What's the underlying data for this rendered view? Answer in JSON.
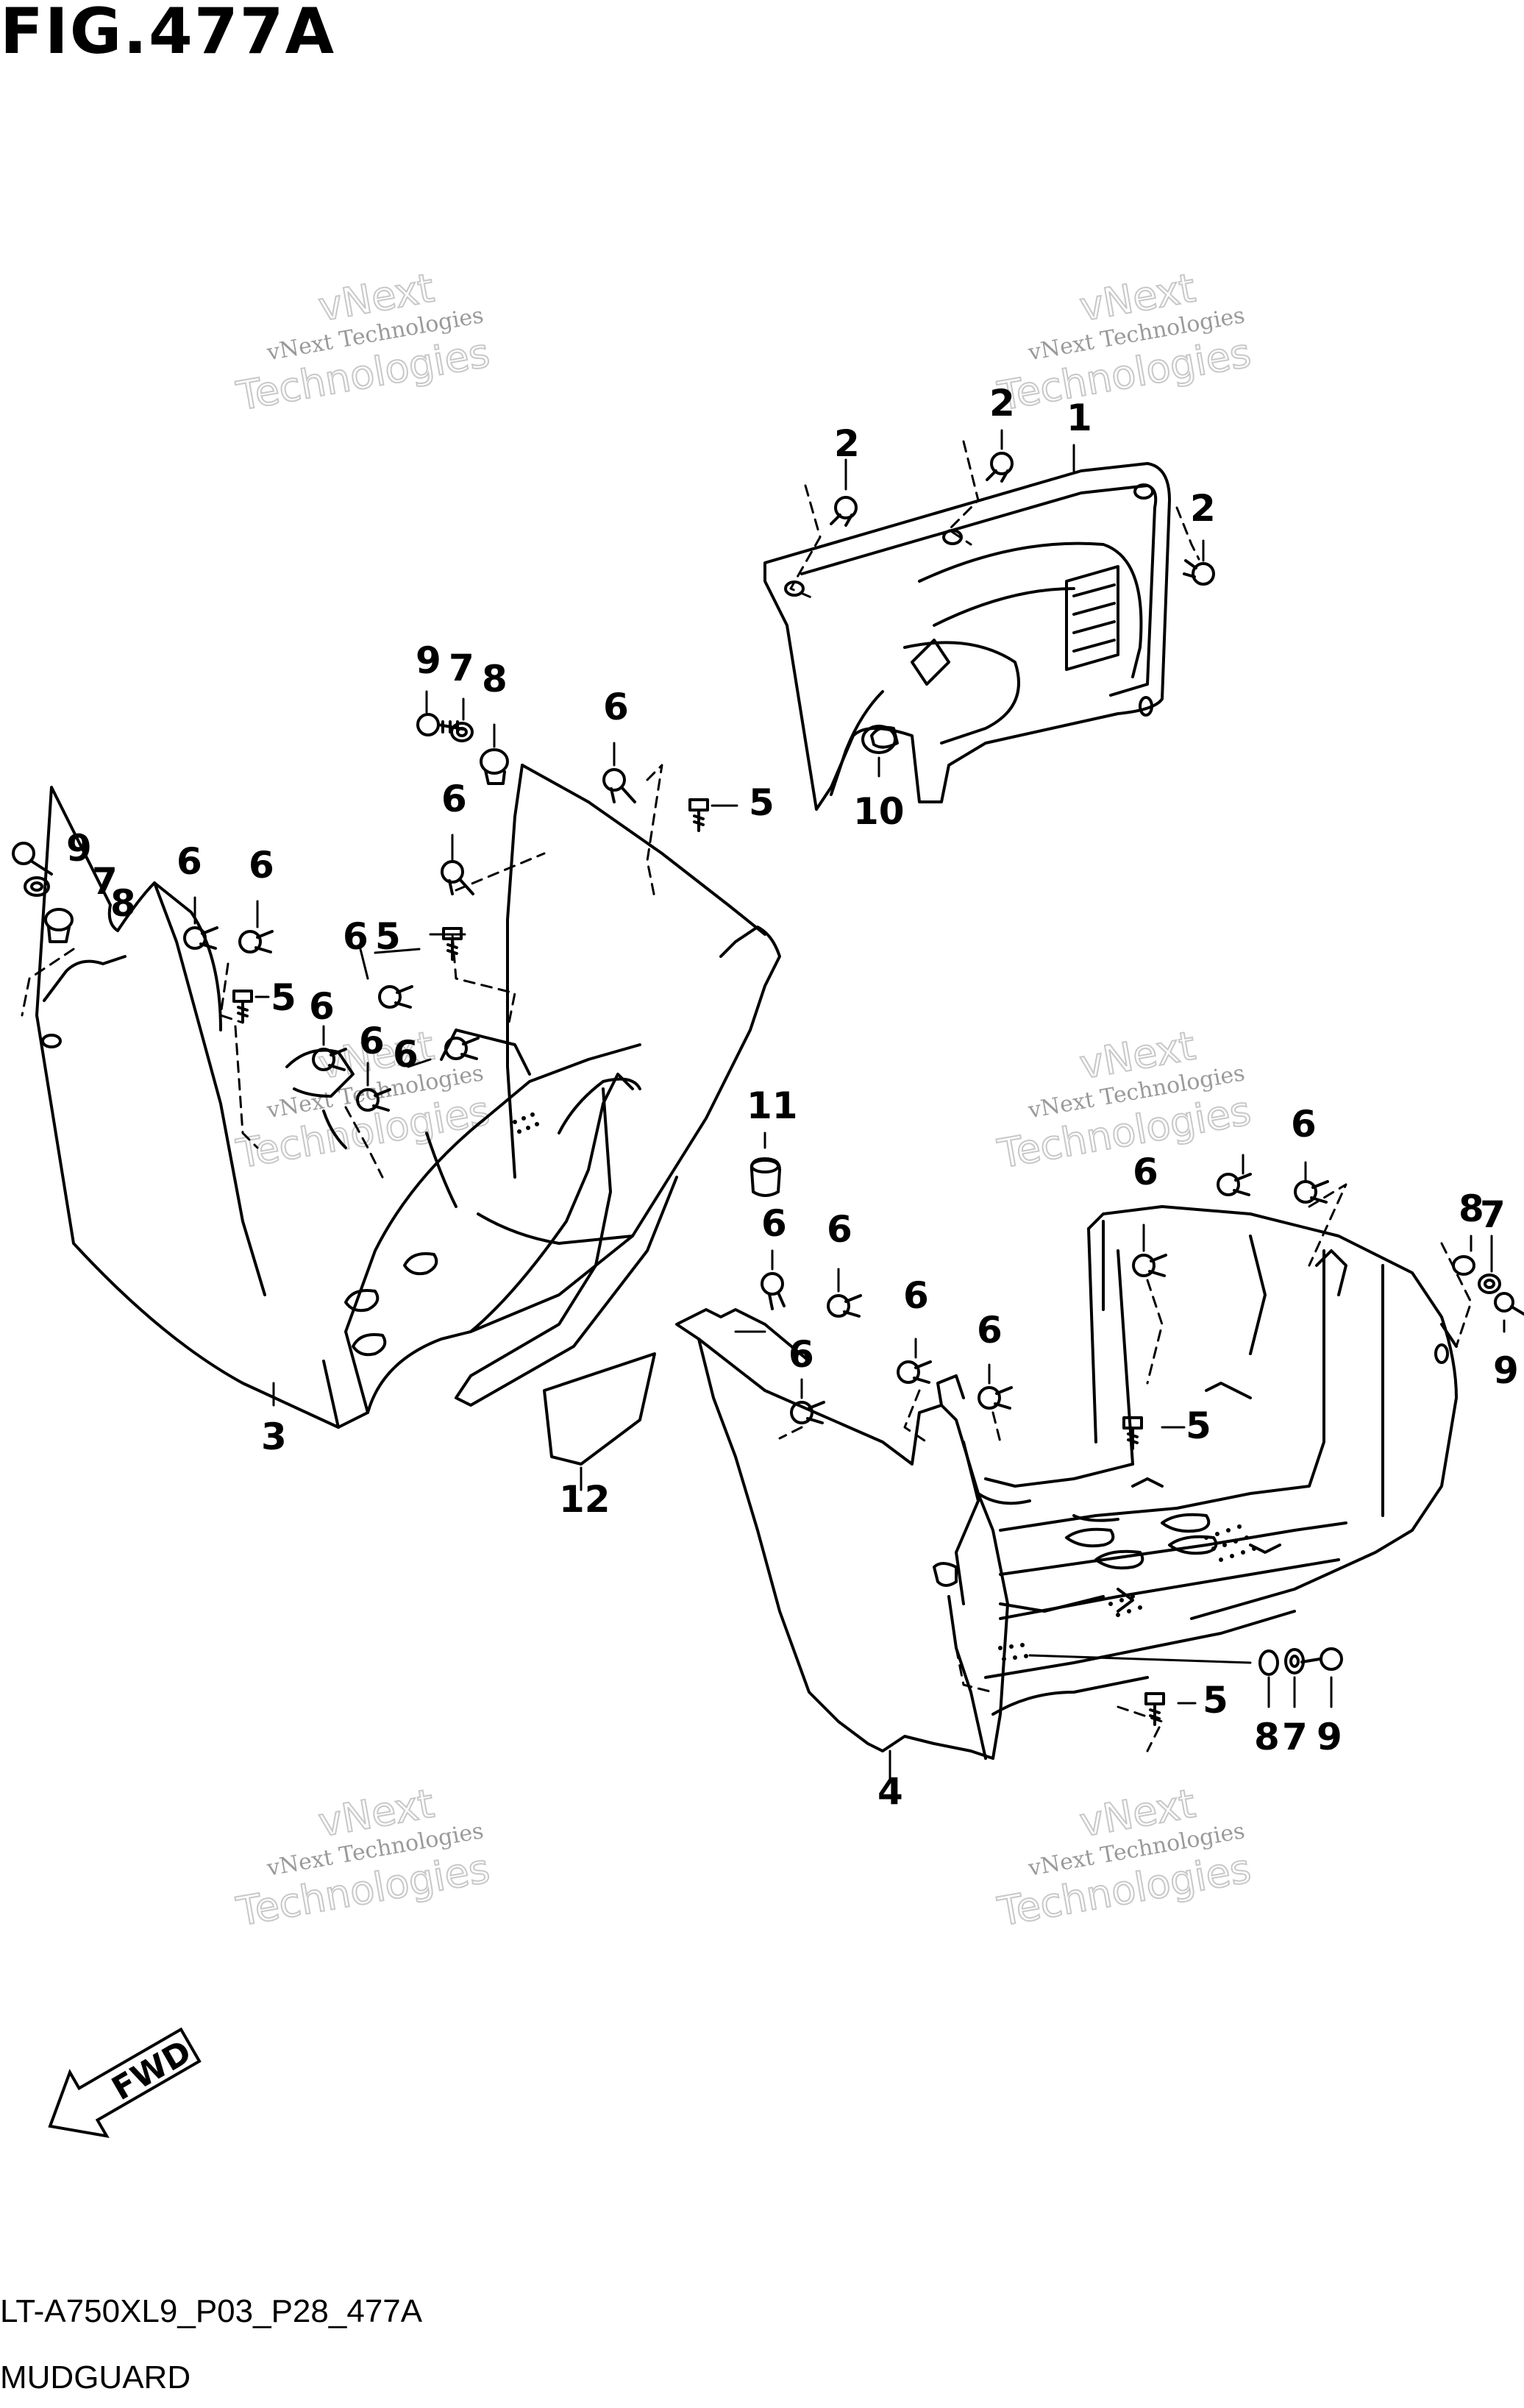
{
  "header": {
    "figure_title": "FIG.477A"
  },
  "footer": {
    "code": "LT-A750XL9_P03_P28_477A",
    "caption": "MUDGUARD"
  },
  "watermark": {
    "line1": "vNext Technologies",
    "line2": "vNext",
    "line3": "Technologies"
  },
  "fwd_label": "FWD",
  "callouts": {
    "c1": "1",
    "c2a": "2",
    "c2b": "2",
    "c2c": "2",
    "c3": "3",
    "c4": "4",
    "c5a": "5",
    "c5b": "5",
    "c5c": "5",
    "c5d": "5",
    "c5e": "5",
    "c6a": "6",
    "c6b": "6",
    "c6c": "6",
    "c6d": "6",
    "c6e": "6",
    "c6f": "6",
    "c6g": "6",
    "c6h": "6",
    "c6i": "6",
    "c6j": "6",
    "c6k": "6",
    "c6l": "6",
    "c6m": "6",
    "c6n": "6",
    "c6o": "6",
    "c7a": "7",
    "c7b": "7",
    "c7c": "7",
    "c7d": "7",
    "c8a": "8",
    "c8b": "8",
    "c8c": "8",
    "c8d": "8",
    "c9a": "9",
    "c9b": "9",
    "c9c": "9",
    "c9d": "9",
    "c10": "10",
    "c11": "11",
    "c12": "12"
  },
  "colors": {
    "line": "#000000",
    "watermark": "#c8c8c8"
  }
}
